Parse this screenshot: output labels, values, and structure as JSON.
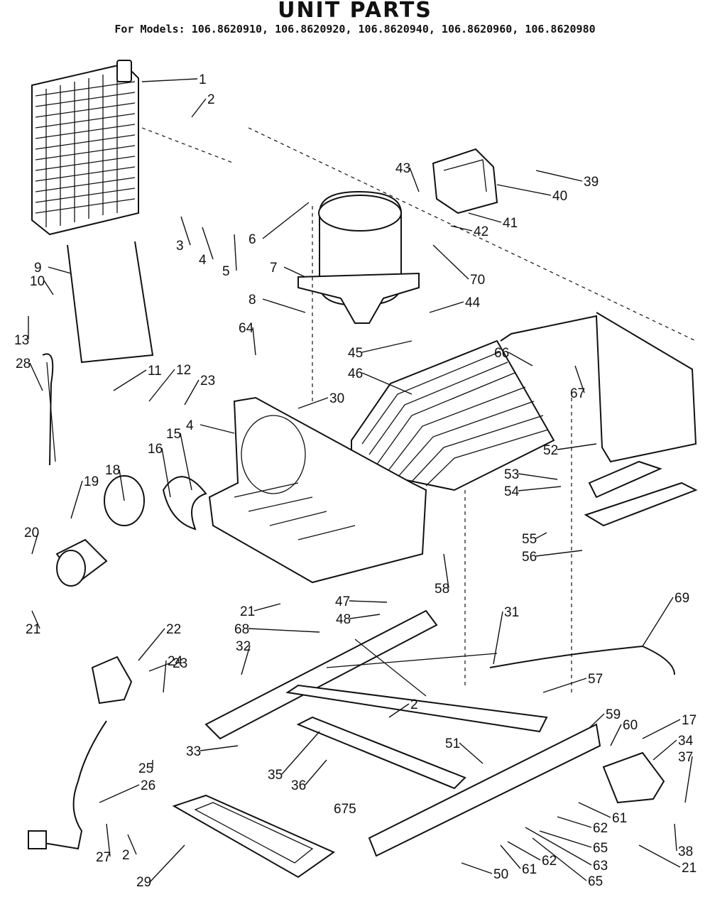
{
  "header": {
    "title": "UNIT PARTS",
    "subtitle": "For Models: 106.8620910, 106.8620920, 106.8620940, 106.8620960, 106.8620980"
  },
  "page_mark": "675",
  "callouts": [
    "1",
    "2",
    "3",
    "4",
    "5",
    "6",
    "7",
    "8",
    "9",
    "10",
    "11",
    "12",
    "13",
    "15",
    "16",
    "17",
    "18",
    "19",
    "20",
    "21",
    "22",
    "23",
    "24",
    "25",
    "26",
    "27",
    "28",
    "29",
    "30",
    "31",
    "32",
    "33",
    "34",
    "35",
    "36",
    "37",
    "38",
    "39",
    "40",
    "41",
    "42",
    "43",
    "44",
    "45",
    "46",
    "47",
    "48",
    "50",
    "51",
    "52",
    "53",
    "54",
    "55",
    "56",
    "57",
    "58",
    "59",
    "60",
    "61",
    "62",
    "63",
    "64",
    "65",
    "66",
    "67",
    "68",
    "69",
    "70"
  ]
}
